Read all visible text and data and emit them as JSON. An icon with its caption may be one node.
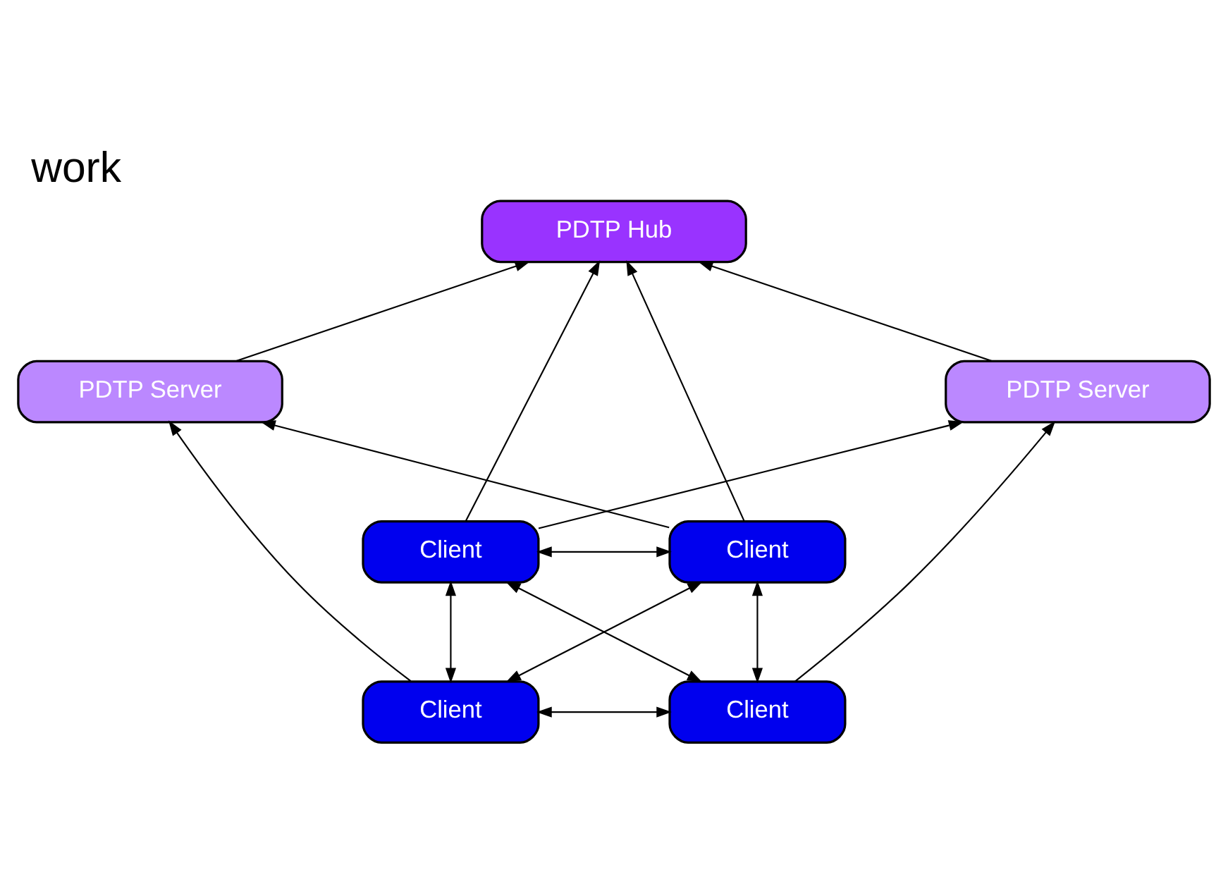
{
  "diagram": {
    "title": "work",
    "nodes": [
      {
        "text": [
          "PDTP Hub"
        ]
      },
      {
        "text": [
          "PDTP Server"
        ]
      },
      {
        "text": [
          "PDTP Server"
        ]
      },
      {
        "text": [
          "Client"
        ]
      },
      {
        "text": [
          "Client"
        ]
      },
      {
        "text": [
          "Client"
        ]
      },
      {
        "text": [
          "Client"
        ]
      }
    ],
    "edges": [
      {
        "from": 1,
        "to": 0,
        "arrow": "to"
      },
      {
        "from": 5,
        "to": 0,
        "arrow": "to"
      },
      {
        "from": 6,
        "to": 0,
        "arrow": "to"
      },
      {
        "from": 2,
        "to": 0,
        "arrow": "to"
      },
      {
        "from": 3,
        "to": 1,
        "arrow": "to"
      },
      {
        "from": 6,
        "to": 1,
        "arrow": "to"
      },
      {
        "from": 5,
        "to": 2,
        "arrow": "to"
      },
      {
        "from": 4,
        "to": 2,
        "arrow": "to"
      },
      {
        "from": 3,
        "to": 4,
        "arrow": "both"
      },
      {
        "from": 3,
        "to": 6,
        "arrow": "both"
      },
      {
        "from": 5,
        "to": 4,
        "arrow": "both"
      },
      {
        "from": 3,
        "to": 5,
        "arrow": "both"
      },
      {
        "from": 4,
        "to": 6,
        "arrow": "both"
      },
      {
        "from": 5,
        "to": 6,
        "arrow": "both"
      }
    ]
  }
}
